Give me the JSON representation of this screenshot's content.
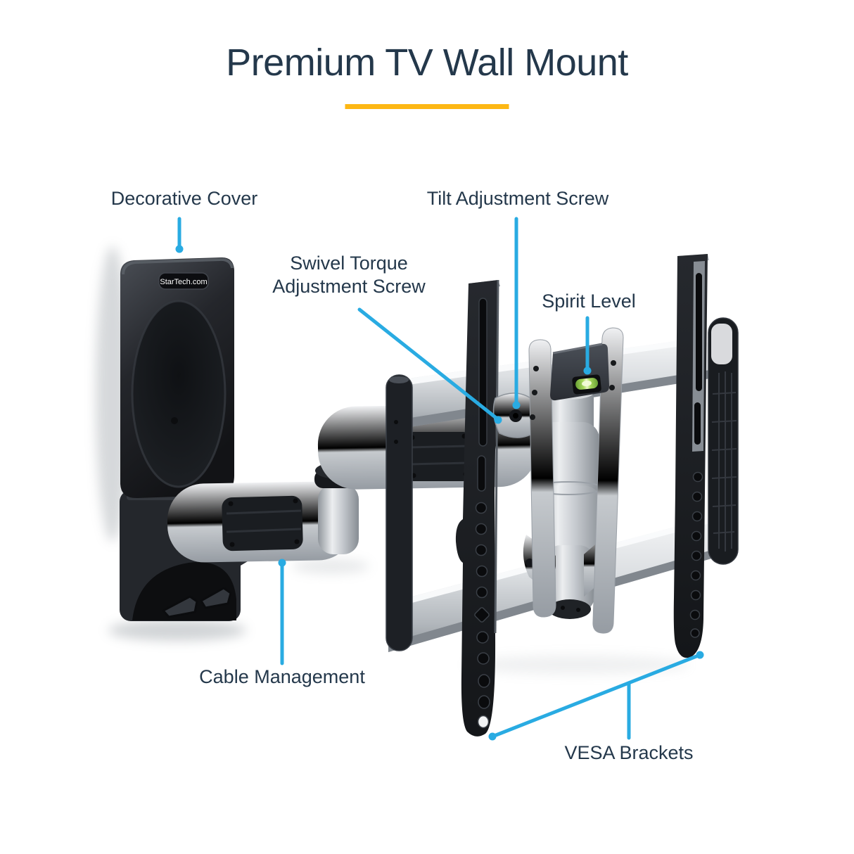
{
  "title": "Premium TV Wall Mount",
  "colors": {
    "accent-blue": "#29abe2",
    "accent-yellow": "#fdb714",
    "text-dark": "#24384b",
    "level-green": "#8dc63f"
  },
  "product": {
    "logo_text": "StarTech.com"
  },
  "callouts": {
    "decorative_cover": {
      "label": "Decorative Cover"
    },
    "swivel_torque": {
      "label": "Swivel Torque\nAdjustment Screw"
    },
    "tilt_adjustment": {
      "label": "Tilt Adjustment Screw"
    },
    "spirit_level": {
      "label": "Spirit Level"
    },
    "cable_management": {
      "label": "Cable Management"
    },
    "vesa_brackets": {
      "label": "VESA Brackets"
    }
  }
}
